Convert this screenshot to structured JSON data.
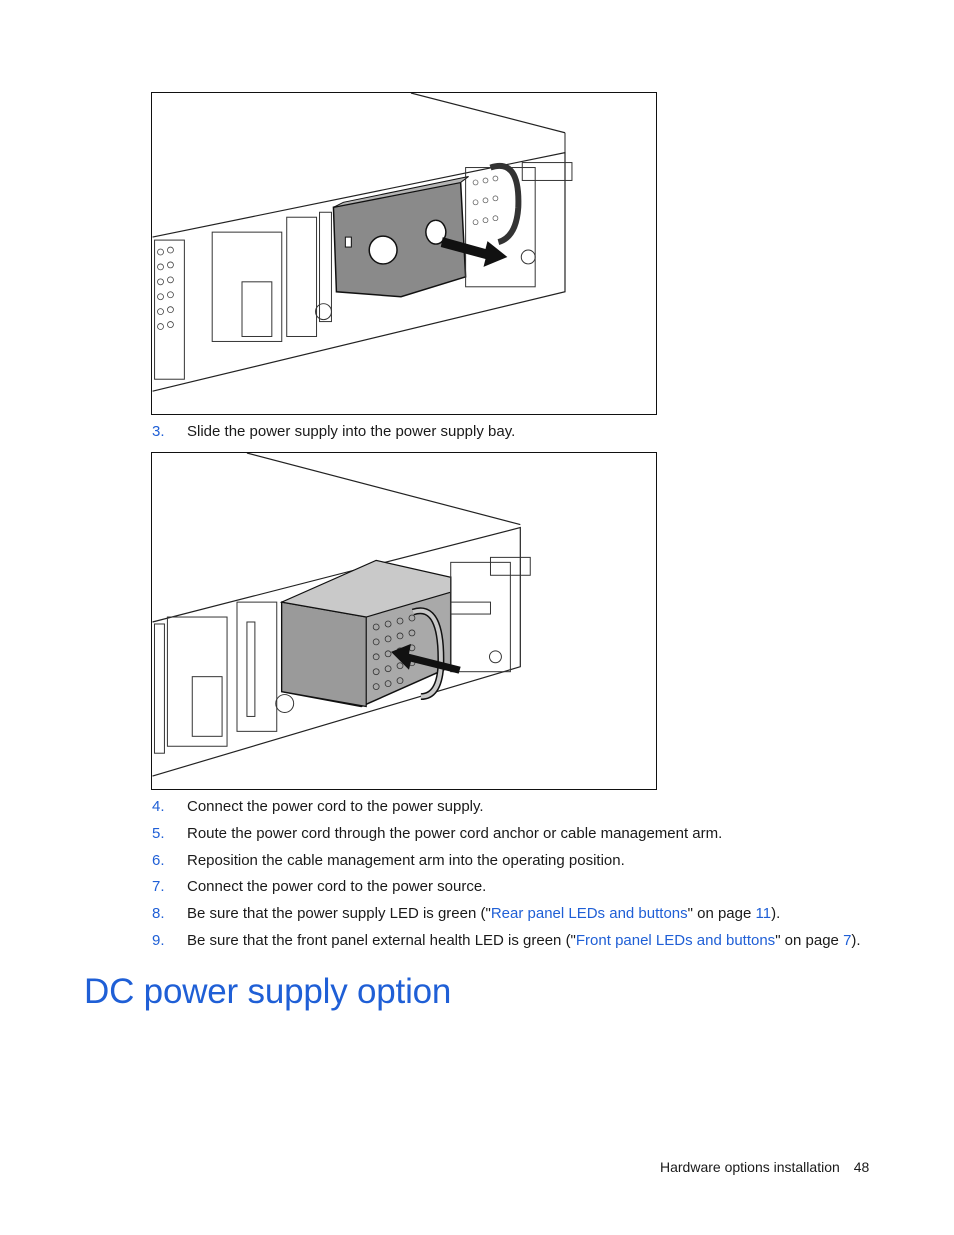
{
  "steps": [
    {
      "num": "3.",
      "text": "Slide the power supply into the power supply bay."
    },
    {
      "num": "4.",
      "text": "Connect the power cord to the power supply."
    },
    {
      "num": "5.",
      "text": "Route the power cord through the power cord anchor or cable management arm."
    },
    {
      "num": "6.",
      "text": "Reposition the cable management arm into the operating position."
    },
    {
      "num": "7.",
      "text": "Connect the power cord to the power source."
    },
    {
      "num": "8.",
      "pre": "Be sure that the power supply LED is green (\"",
      "link": "Rear panel LEDs and buttons",
      "mid": "\" on page ",
      "page": "11",
      "post": ")."
    },
    {
      "num": "9.",
      "pre": "Be sure that the front panel external health LED is green (\"",
      "link": "Front panel LEDs and buttons",
      "mid": "\" on page ",
      "page": "7",
      "post": ")."
    }
  ],
  "section_heading": "DC power supply option",
  "footer": {
    "section": "Hardware options installation",
    "page_number": "48"
  },
  "colors": {
    "link": "#1f5fd6",
    "text": "#1a1a1a"
  }
}
